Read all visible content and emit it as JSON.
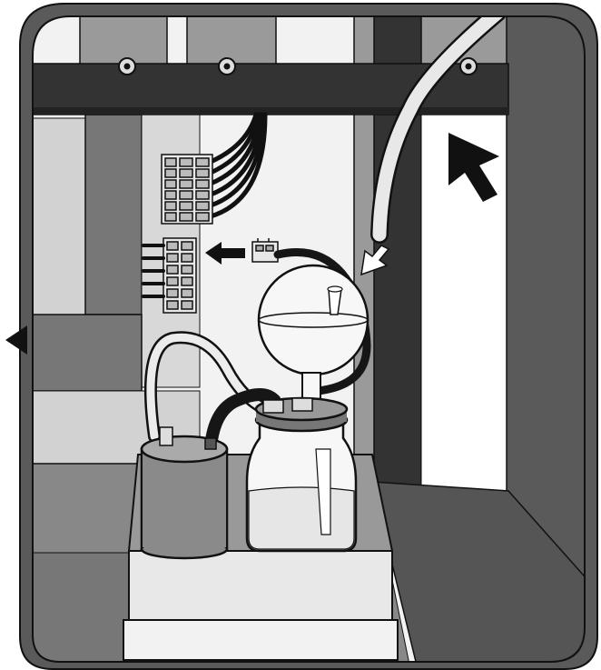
{
  "illustration": {
    "palette": {
      "outline": "#111111",
      "frame_dark": "#5a5a5a",
      "beam_dark": "#333333",
      "panel_mid": "#777777",
      "panel_light": "#9a9a9a",
      "panel_pale": "#d2d2d2",
      "bg_light": "#f2f2f2",
      "glass": "#f7f7f7",
      "liquid": "#e6e6e6",
      "hose_light": "#e8e8e8",
      "hose_dark": "#161616"
    },
    "arrows": [
      {
        "name": "arrow-to-terminal",
        "direction": "left"
      },
      {
        "name": "arrow-to-vessel",
        "direction": "down-left"
      },
      {
        "name": "arrow-large",
        "direction": "up-left"
      },
      {
        "name": "arrow-side",
        "direction": "left"
      }
    ],
    "terminal_block_rows": 6,
    "lower_terminal_rows": 6,
    "cable_count": 6
  }
}
